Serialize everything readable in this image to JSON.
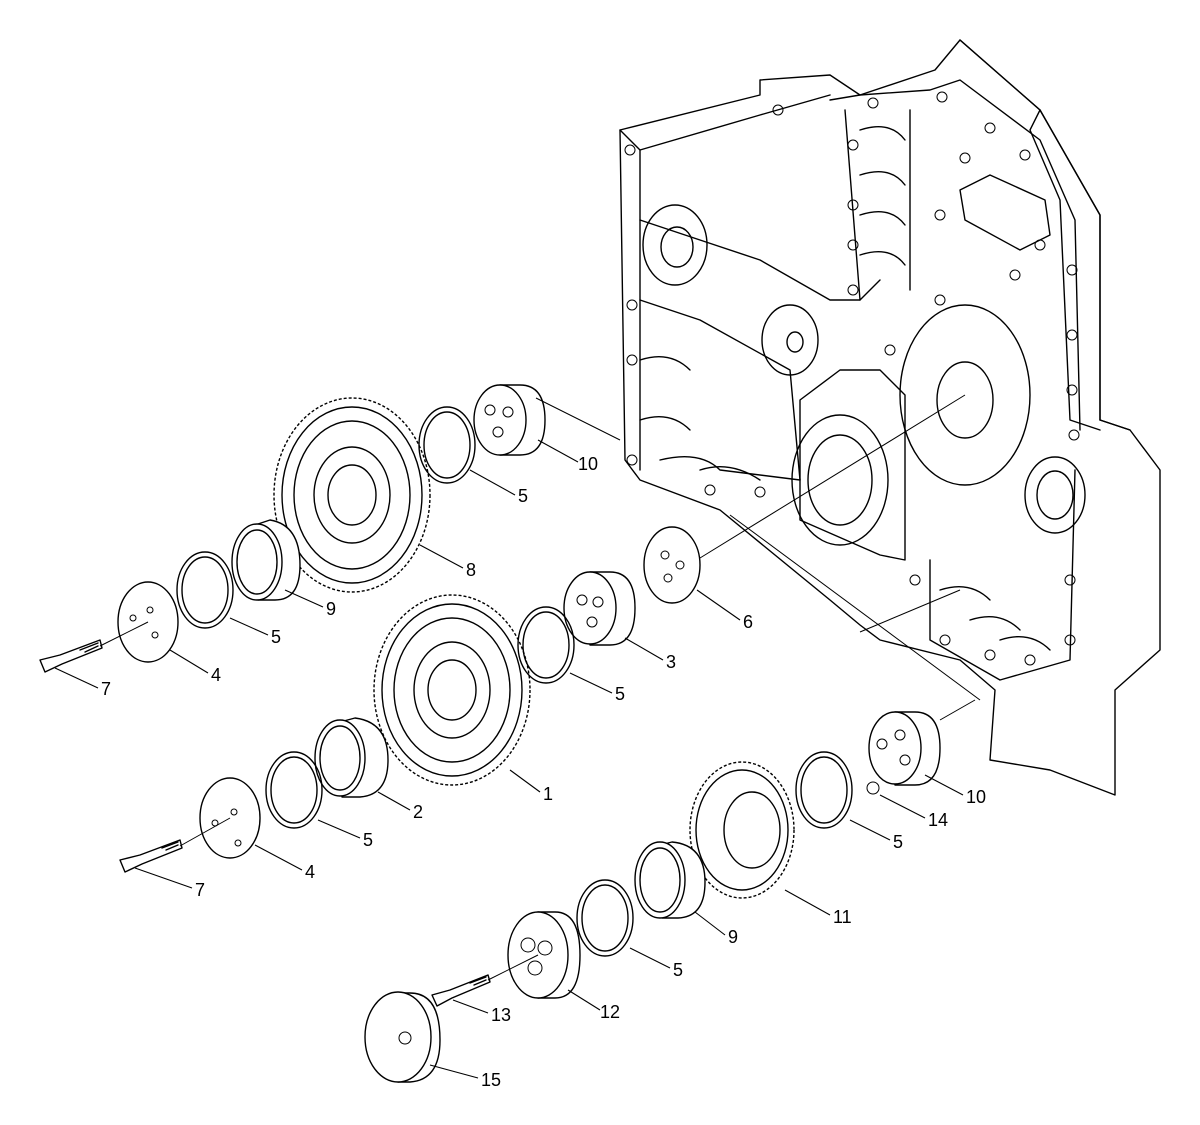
{
  "callouts": [
    {
      "id": "c10a",
      "text": "10"
    },
    {
      "id": "c5a",
      "text": "5"
    },
    {
      "id": "c8",
      "text": "8"
    },
    {
      "id": "c9a",
      "text": "9"
    },
    {
      "id": "c5b",
      "text": "5"
    },
    {
      "id": "c4a",
      "text": "4"
    },
    {
      "id": "c7a",
      "text": "7"
    },
    {
      "id": "c6",
      "text": "6"
    },
    {
      "id": "c3",
      "text": "3"
    },
    {
      "id": "c5c",
      "text": "5"
    },
    {
      "id": "c1",
      "text": "1"
    },
    {
      "id": "c2",
      "text": "2"
    },
    {
      "id": "c5d",
      "text": "5"
    },
    {
      "id": "c4b",
      "text": "4"
    },
    {
      "id": "c7b",
      "text": "7"
    },
    {
      "id": "c10b",
      "text": "10"
    },
    {
      "id": "c14",
      "text": "14"
    },
    {
      "id": "c5e",
      "text": "5"
    },
    {
      "id": "c11",
      "text": "11"
    },
    {
      "id": "c9b",
      "text": "9"
    },
    {
      "id": "c5f",
      "text": "5"
    },
    {
      "id": "c12",
      "text": "12"
    },
    {
      "id": "c13",
      "text": "13"
    },
    {
      "id": "c15",
      "text": "15"
    }
  ]
}
